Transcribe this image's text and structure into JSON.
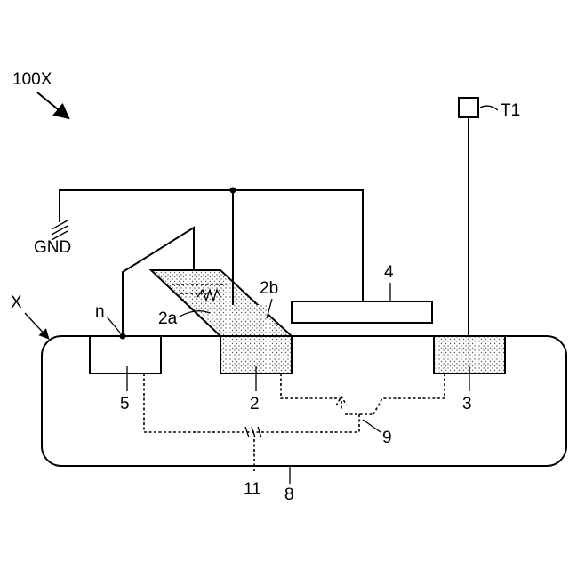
{
  "labels": {
    "fig_ref": "100X",
    "terminal": "T1",
    "ground": "GND",
    "substrate": "X",
    "node": "n",
    "region_2a": "2a",
    "region_2b": "2b",
    "electrode_4": "4",
    "region_5": "5",
    "region_2": "2",
    "region_3": "3",
    "transistor_9": "9",
    "element_11": "11",
    "body_8": "8"
  },
  "colors": {
    "line": "#000000",
    "background": "#ffffff"
  }
}
